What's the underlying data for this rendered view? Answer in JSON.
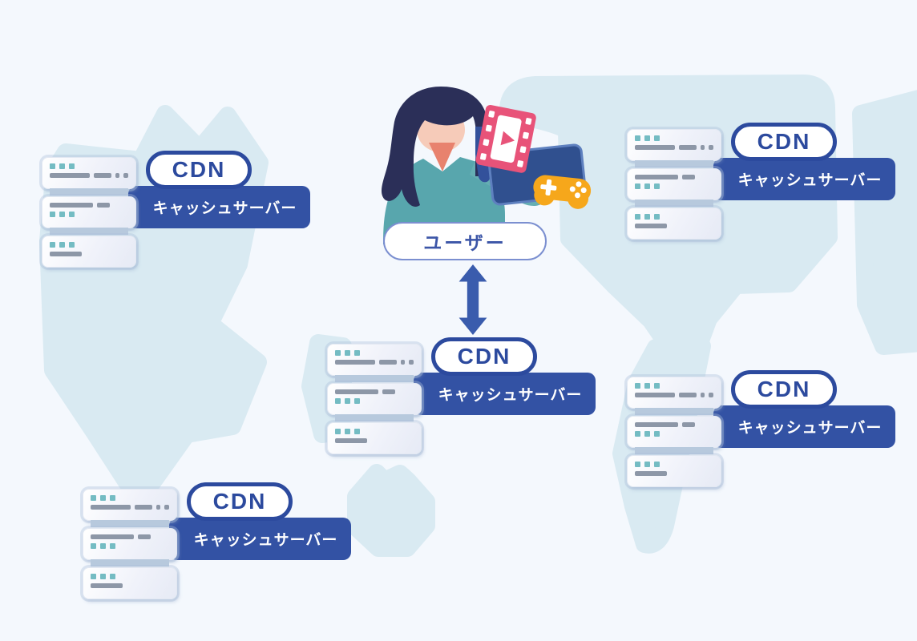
{
  "user": {
    "label": "ユーザー"
  },
  "groups": [
    {
      "position": "top-left",
      "badge": "CDN",
      "banner": "キャッシュサーバー"
    },
    {
      "position": "top-right",
      "badge": "CDN",
      "banner": "キャッシュサーバー"
    },
    {
      "position": "center",
      "badge": "CDN",
      "banner": "キャッシュサーバー"
    },
    {
      "position": "bottom-right",
      "badge": "CDN",
      "banner": "キャッシュサーバー"
    },
    {
      "position": "bottom-left",
      "badge": "CDN",
      "banner": "キャッシュサーバー"
    }
  ],
  "icons": {
    "server_stack": "server-stack-icon",
    "video_film": "video-film-icon",
    "game_controller": "game-controller-icon",
    "tablet": "tablet-icon",
    "connection_arrow": "double-headed-arrow-icon",
    "user_illustration": "woman-with-device-illustration",
    "world_map": "world-map-background"
  },
  "colors": {
    "background": "#f4f8fd",
    "map_land": "#d9eaf2",
    "primary_blue": "#3352a4",
    "badge_text_blue": "#2c4a9e",
    "user_pill_border": "#7b8fd0",
    "server_dot_teal": "#74bcc3",
    "server_bar_gray": "#8d97a7",
    "film_pink": "#e85379",
    "controller_orange": "#f6a71b",
    "tablet_navy": "#30508f",
    "hair_navy": "#2b2f58",
    "skin": "#f6cbb9",
    "shirt_teal": "#58a6ad"
  }
}
